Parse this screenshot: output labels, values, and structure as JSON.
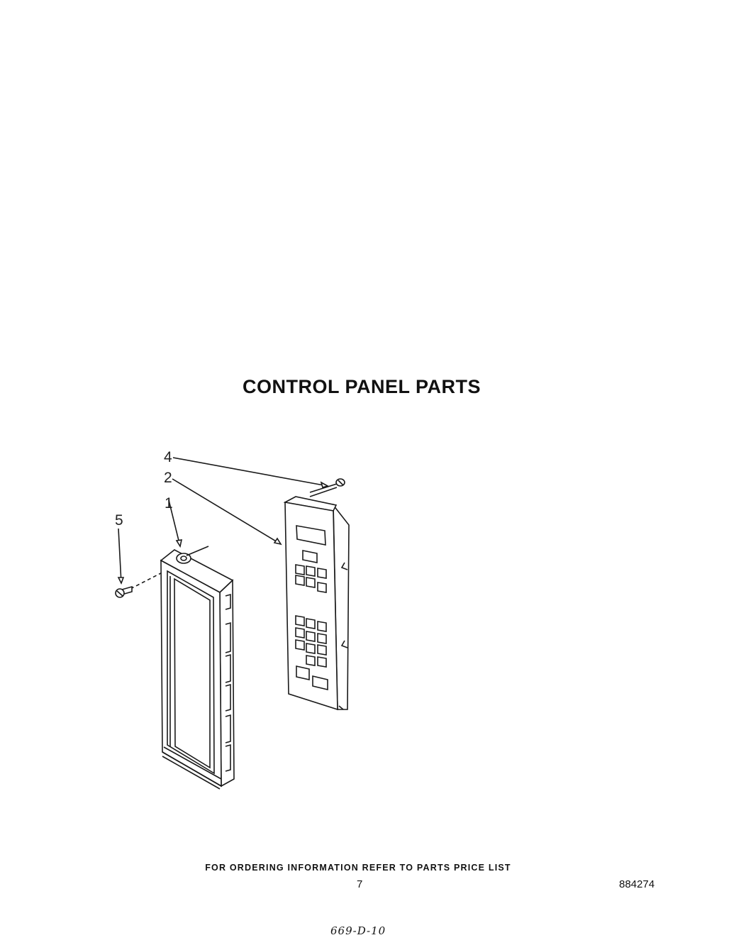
{
  "title": "CONTROL PANEL PARTS",
  "callouts": [
    {
      "id": "4",
      "label": "4"
    },
    {
      "id": "2",
      "label": "2"
    },
    {
      "id": "1",
      "label": "1"
    },
    {
      "id": "5",
      "label": "5"
    }
  ],
  "footer": {
    "ordering_note": "FOR ORDERING INFORMATION REFER TO PARTS PRICE LIST",
    "page_number": "7",
    "doc_number": "884274",
    "handwritten_code": "669-D-10"
  }
}
